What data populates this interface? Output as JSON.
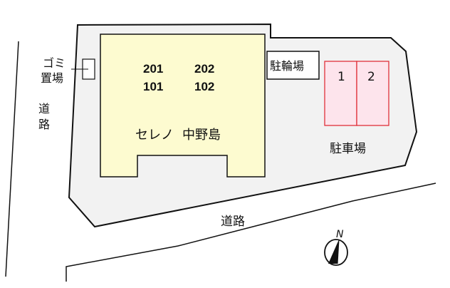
{
  "site_plan": {
    "building": {
      "name": "セレノ中野島",
      "name_parts": [
        "セレノ",
        "中野島"
      ],
      "units": [
        {
          "label": "201"
        },
        {
          "label": "202"
        },
        {
          "label": "101"
        },
        {
          "label": "102"
        }
      ],
      "fill_color": "#fdfbd0"
    },
    "lot_fill_color": "#f2f2f2",
    "garbage_area": {
      "label_line1": "ゴミ",
      "label_line2": "置場"
    },
    "bicycle_parking": {
      "label": "駐輪場"
    },
    "parking": {
      "label": "駐車場",
      "spaces": [
        {
          "label": "1"
        },
        {
          "label": "2"
        }
      ],
      "stroke_color": "#e0303a",
      "fill_color": "#fde4ec"
    },
    "roads": {
      "west_label_line1": "道",
      "west_label_line2": "路",
      "south_label": "道路"
    },
    "compass": {
      "label": "N"
    }
  }
}
